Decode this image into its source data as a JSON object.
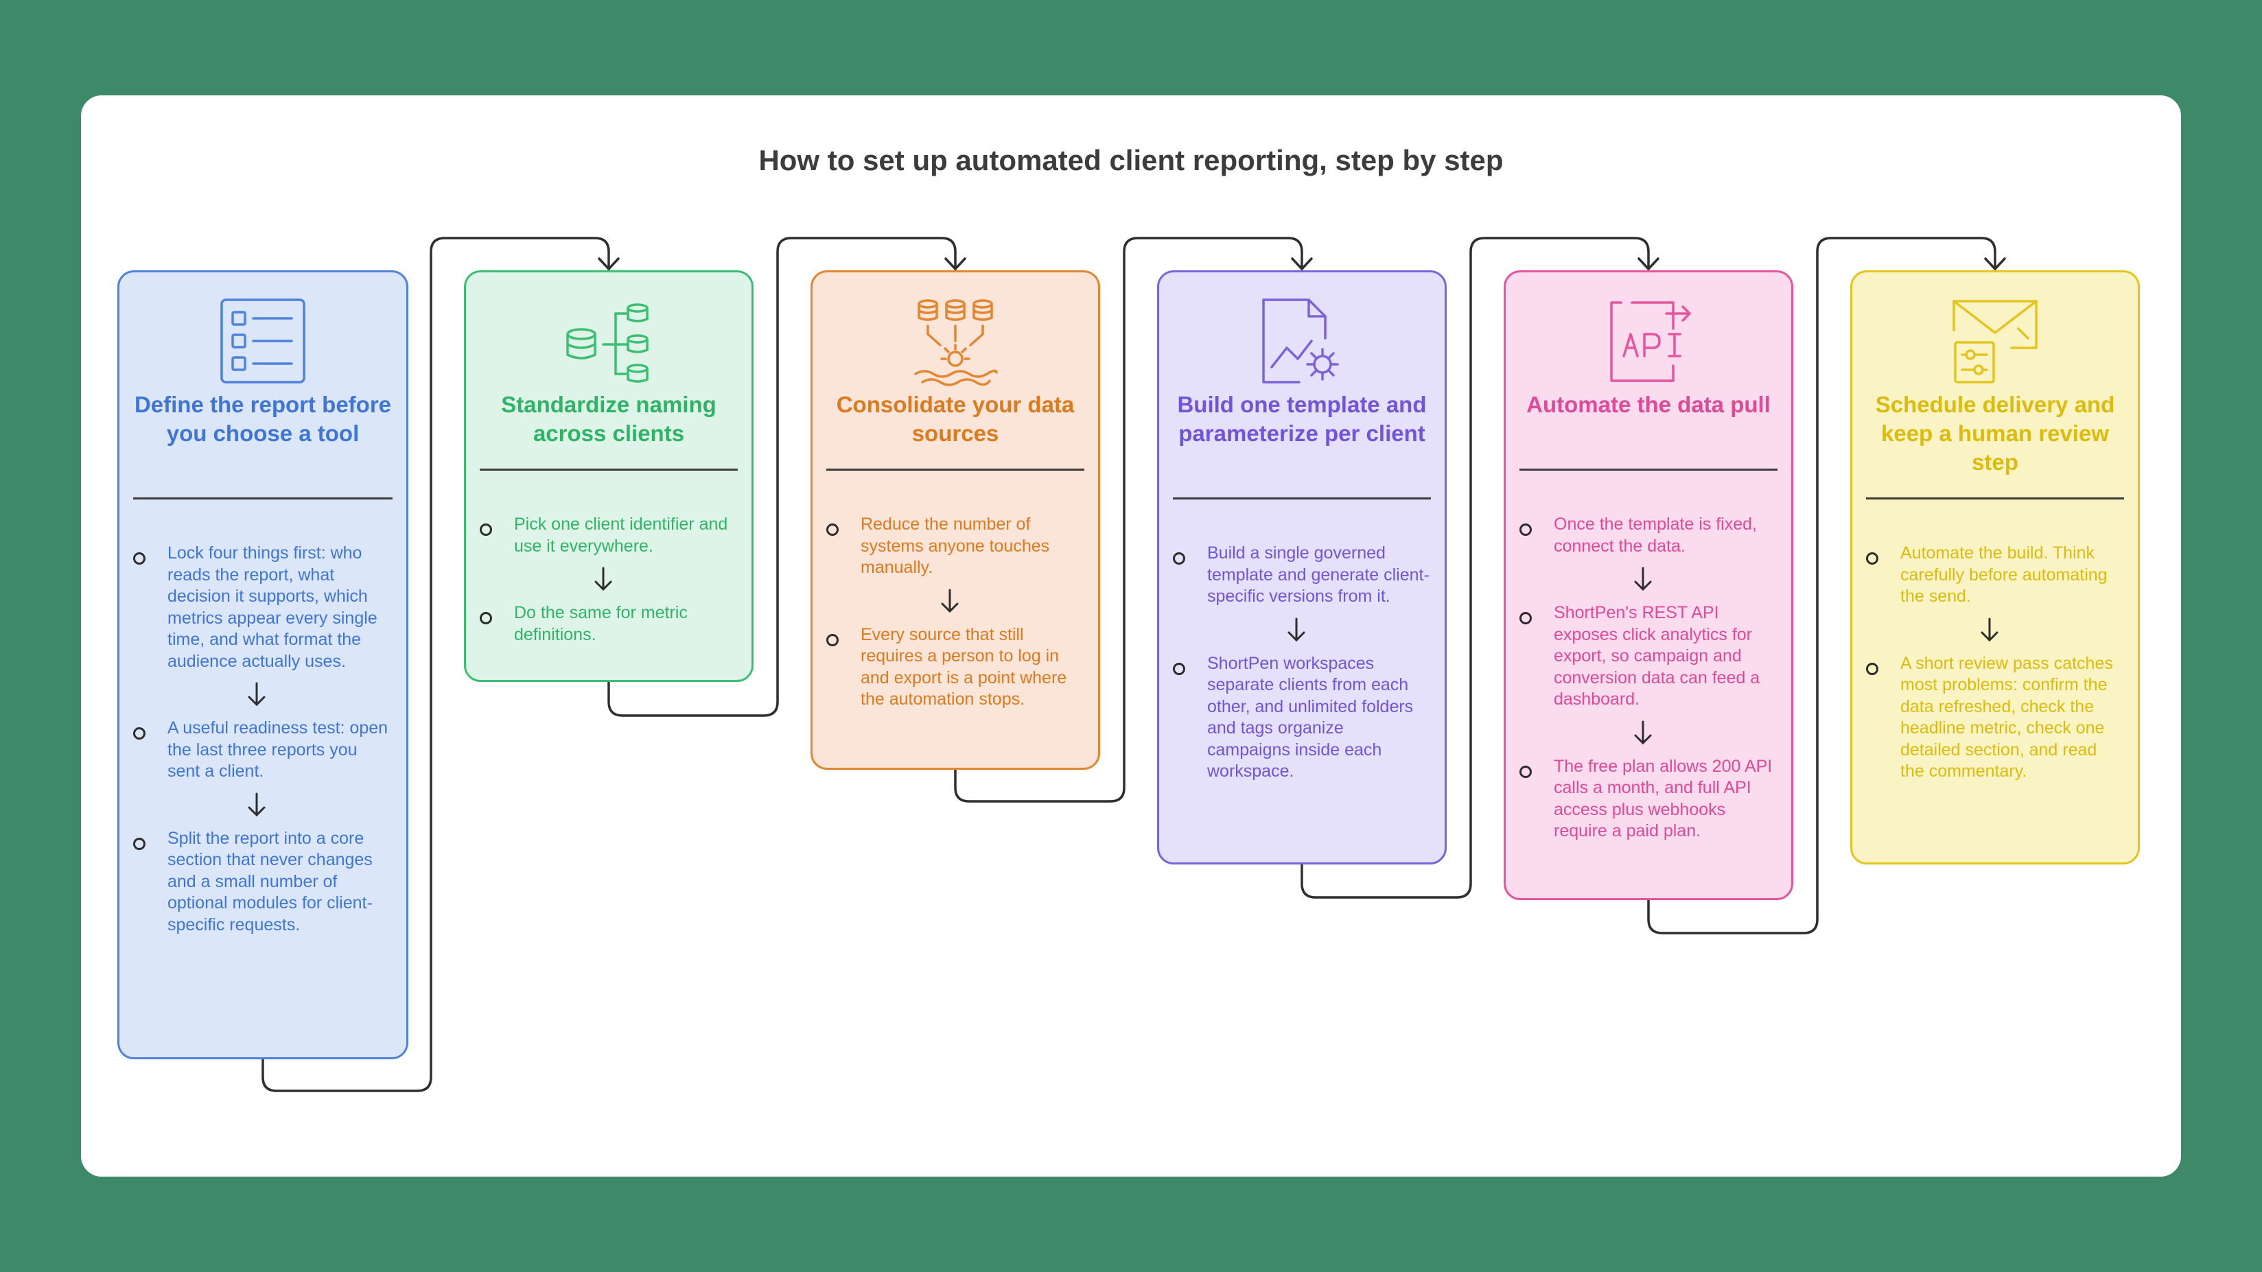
{
  "title": "How to set up automated client reporting, step by step",
  "colors": {
    "background": "#3e8968",
    "step1": "#4f82dc",
    "step2": "#3dbf73",
    "step3": "#e2862f",
    "step4": "#7c63dc",
    "step5": "#e4559d",
    "step6": "#e3c51f"
  },
  "steps": [
    {
      "title": "Define the report before you choose a tool",
      "icon": "checklist-icon",
      "items": [
        "Lock four things first: who reads the report, what decision it supports, which metrics appear every single time, and what format the audience actually uses.",
        "A useful readiness test: open the last three reports you sent a client.",
        "Split the report into a core section that never changes and a small number of optional modules for client-specific requests."
      ]
    },
    {
      "title": "Standardize naming across clients",
      "icon": "database-tree-icon",
      "items": [
        "Pick one client identifier and use it everywhere.",
        "Do the same for metric definitions."
      ]
    },
    {
      "title": "Consolidate your data sources",
      "icon": "databases-merge-icon",
      "items": [
        "Reduce the number of systems anyone touches manually.",
        "Every source that still requires a person to log in and export is a point where the automation stops."
      ]
    },
    {
      "title": "Build one template and parameterize per client",
      "icon": "chart-file-gear-icon",
      "items": [
        "Build a single governed template and generate client-specific versions from it.",
        "ShortPen workspaces separate clients from each other, and unlimited folders and tags organize campaigns inside each workspace."
      ]
    },
    {
      "title": "Automate the data pull",
      "icon": "api-icon",
      "items": [
        "Once the template is fixed, connect the data.",
        "ShortPen's REST API exposes click analytics for export, so campaign and conversion data can feed a dashboard.",
        "The free plan allows 200 API calls a month, and full API access plus webhooks require a paid plan."
      ]
    },
    {
      "title": "Schedule delivery and keep a human review step",
      "icon": "envelope-settings-icon",
      "items": [
        "Automate the build. Think carefully before automating the send.",
        "A short review pass catches most problems: confirm the data refreshed, check the headline metric, check one detailed section, and read the commentary."
      ]
    }
  ]
}
